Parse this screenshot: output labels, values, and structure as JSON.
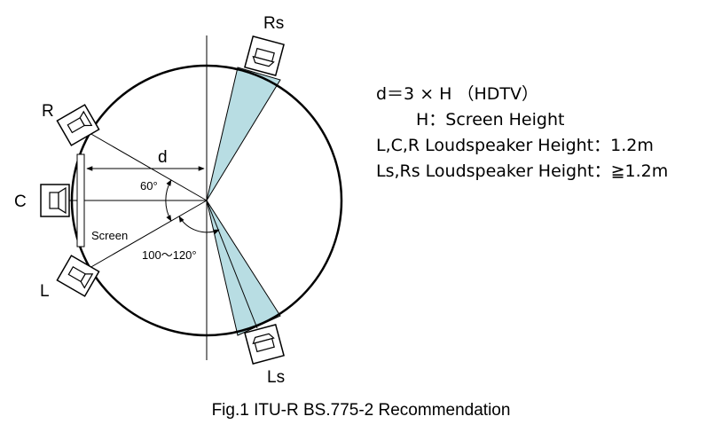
{
  "speakers": {
    "rs": "Rs",
    "r": "R",
    "c": "C",
    "l": "L",
    "ls": "Ls"
  },
  "dimension_label": "d",
  "angle_60": "60°",
  "angle_range": "100～120°",
  "screen_label": "Screen",
  "notes": [
    "d＝3 × H （HDTV）",
    "H：Screen Height",
    "L,C,R Loudspeaker Height：1.2m",
    "Ls,Rs Loudspeaker Height：≧1.2m"
  ],
  "caption": "Fig.1 ITU-R BS.775-2   Recommendation",
  "colors": {
    "sector_fill": "#b8dde3",
    "line": "#000000"
  }
}
